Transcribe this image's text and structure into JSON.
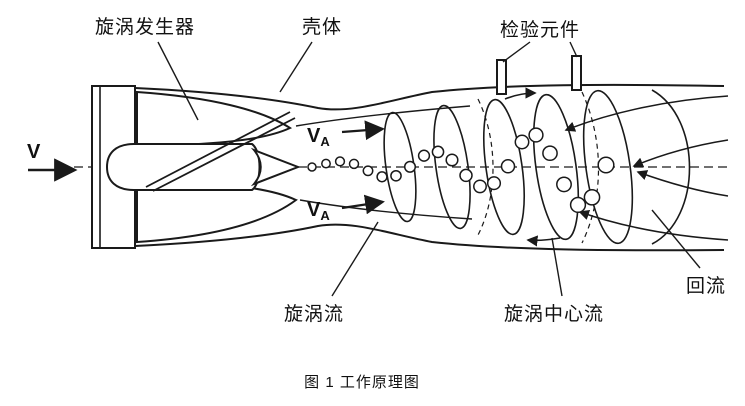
{
  "figure": {
    "caption": "图 1 工作原理图"
  },
  "labels": {
    "vortex_generator": "旋涡发生器",
    "shell": "壳体",
    "detection_element": "检验元件",
    "vortex_flow": "旋涡流",
    "vortex_center_flow": "旋涡中心流",
    "backflow": "回流",
    "inlet_velocity": "V",
    "axial_velocity": "V",
    "axial_velocity_sub": "A"
  },
  "colors": {
    "line": "#1a1a1a",
    "background": "#ffffff"
  }
}
